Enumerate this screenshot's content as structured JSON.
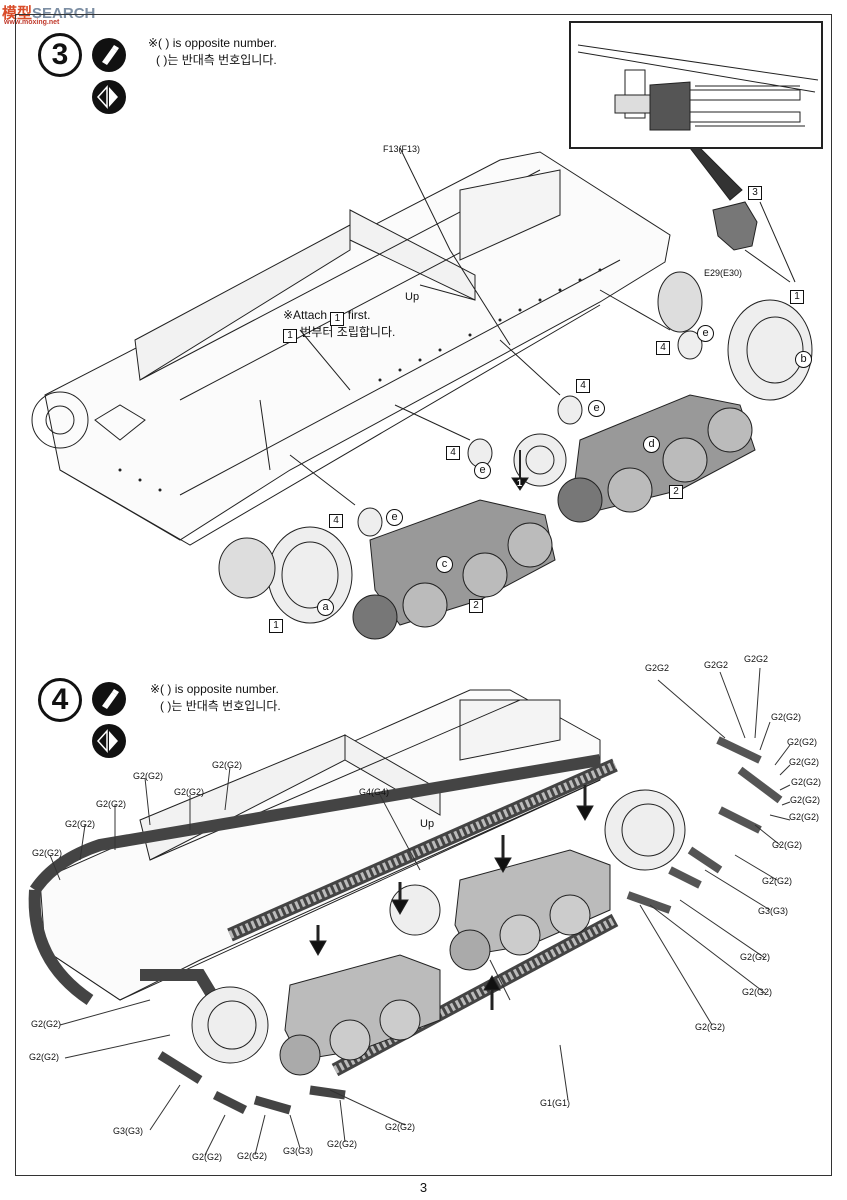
{
  "watermark": {
    "part1": "模型",
    "part2": "SEARCH",
    "sub": "www.moxing.net"
  },
  "page_number": "3",
  "step3": {
    "number": "3",
    "note_en": "※( ) is opposite number.",
    "note_ko": "( )는 반대측 번호입니다.",
    "attach_en": "※Attach",
    "attach_box": "1",
    "attach_en_tail": "first.",
    "attach_ko": "번부터 조립합니다.",
    "up_label": "Up",
    "labels": {
      "f13": "F13(F13)",
      "e29": "E29(E30)",
      "box3_top": "3",
      "box1_right": "1",
      "box1_left": "1",
      "box4_a": "4",
      "box4_b": "4",
      "box4_c": "4",
      "box4_d": "4",
      "box2_a": "2",
      "box2_b": "2",
      "c_a": "a",
      "c_b": "b",
      "c_c": "c",
      "c_d": "d",
      "c_e1": "e",
      "c_e2": "e",
      "c_e3": "e",
      "c_e4": "e",
      "arrow_num": "1"
    }
  },
  "step4": {
    "number": "4",
    "note_en": "※( ) is opposite number.",
    "note_ko": "( )는 반대측 번호입니다.",
    "up_label": "Up",
    "labels": {
      "g2g2_t1": "G2G2",
      "g2g2_t2": "G2G2",
      "g2g2_t3": "G2G2",
      "r1": "G2(G2)",
      "r2": "G2(G2)",
      "r3": "G2(G2)",
      "r4": "G2(G2)",
      "r5": "G2(G2)",
      "r6": "G2(G2)",
      "r7": "G2(G2)",
      "r8": "G2(G2)",
      "g3_right": "G3(G3)",
      "r9": "G2(G2)",
      "r10": "G2(G2)",
      "r11": "G2(G2)",
      "g1": "G1(G1)",
      "l1": "G2(G2)",
      "l2": "G2(G2)",
      "l3": "G2(G2)",
      "l4": "G2(G2)",
      "l5": "G2(G2)",
      "l6": "G2(G2)",
      "g4": "G4(G4)",
      "l7": "G2(G2)",
      "l8": "G2(G2)",
      "g3_left": "G3(G3)",
      "b1": "G2(G2)",
      "b2": "G2(G2)",
      "g3_bottom": "G3(G3)",
      "b3": "G2(G2)",
      "b4": "G2(G2)"
    }
  }
}
